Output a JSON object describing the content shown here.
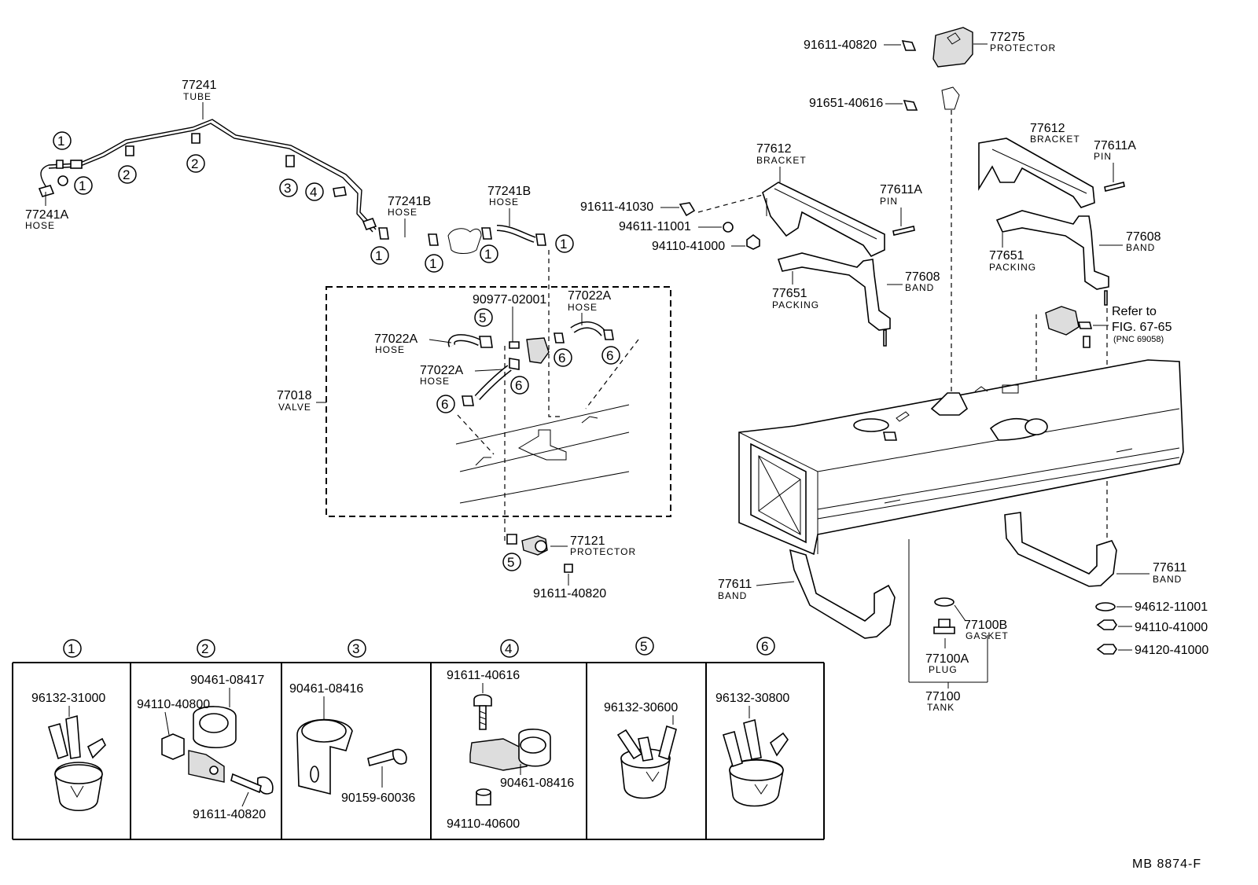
{
  "callouts": {
    "tube": {
      "num": "77241",
      "name": "TUBE"
    },
    "hose_a": {
      "num": "77241A",
      "name": "HOSE"
    },
    "hose_b1": {
      "num": "77241B",
      "name": "HOSE"
    },
    "hose_b2": {
      "num": "77241B",
      "name": "HOSE"
    },
    "valve_hose_top": {
      "num": "77022A",
      "name": "HOSE"
    },
    "valve_hose_left": {
      "num": "77022A",
      "name": "HOSE"
    },
    "valve_hose_mid": {
      "num": "77022A",
      "name": "HOSE"
    },
    "valve_part": {
      "num": "90977-02001"
    },
    "valve": {
      "num": "77018",
      "name": "VALVE"
    },
    "protector_low": {
      "num": "77121",
      "name": "PROTECTOR"
    },
    "bolt_low": {
      "num": "91611-40820"
    },
    "protector_top": {
      "num": "77275",
      "name": "PROTECTOR"
    },
    "bolt_top": {
      "num": "91611-40820"
    },
    "bolt_top2": {
      "num": "91651-40616"
    },
    "bracket_left": {
      "num": "77612",
      "name": "BRACKET"
    },
    "bracket_right": {
      "num": "77612",
      "name": "BRACKET"
    },
    "pin_left": {
      "num": "77611A",
      "name": "PIN"
    },
    "pin_right": {
      "num": "77611A",
      "name": "PIN"
    },
    "bolt_bracket": {
      "num": "91611-41030"
    },
    "washer_bracket": {
      "num": "94611-11001"
    },
    "nut_bracket": {
      "num": "94110-41000"
    },
    "band_upper_left": {
      "num": "77608",
      "name": "BAND"
    },
    "band_upper_right": {
      "num": "77608",
      "name": "BAND"
    },
    "packing_left": {
      "num": "77651",
      "name": "PACKING"
    },
    "packing_right": {
      "num": "77651",
      "name": "PACKING"
    },
    "band_lower_left": {
      "num": "77611",
      "name": "BAND"
    },
    "band_lower_right": {
      "num": "77611",
      "name": "BAND"
    },
    "gasket": {
      "num": "77100B",
      "name": "GASKET"
    },
    "plug": {
      "num": "77100A",
      "name": "PLUG"
    },
    "tank": {
      "num": "77100",
      "name": "TANK"
    },
    "washer_right": {
      "num": "94612-11001"
    },
    "nut_right1": {
      "num": "94110-41000"
    },
    "nut_right2": {
      "num": "94120-41000"
    },
    "refer": {
      "line1": "Refer to",
      "line2": "FIG. 67-65",
      "line3": "(PNC 69058)"
    }
  },
  "markers": [
    "1",
    "2",
    "3",
    "4",
    "5",
    "6"
  ],
  "detail_panels": [
    {
      "marker": "1",
      "parts": [
        "96132-31000"
      ]
    },
    {
      "marker": "2",
      "parts": [
        "94110-40800",
        "90461-08417",
        "91611-40820"
      ]
    },
    {
      "marker": "3",
      "parts": [
        "90461-08416",
        "90159-60036"
      ]
    },
    {
      "marker": "4",
      "parts": [
        "91611-40616",
        "90461-08416",
        "94110-40600"
      ]
    },
    {
      "marker": "5",
      "parts": [
        "96132-30600"
      ]
    },
    {
      "marker": "6",
      "parts": [
        "96132-30800"
      ]
    }
  ],
  "footer": {
    "code": "MB  8874-F"
  }
}
